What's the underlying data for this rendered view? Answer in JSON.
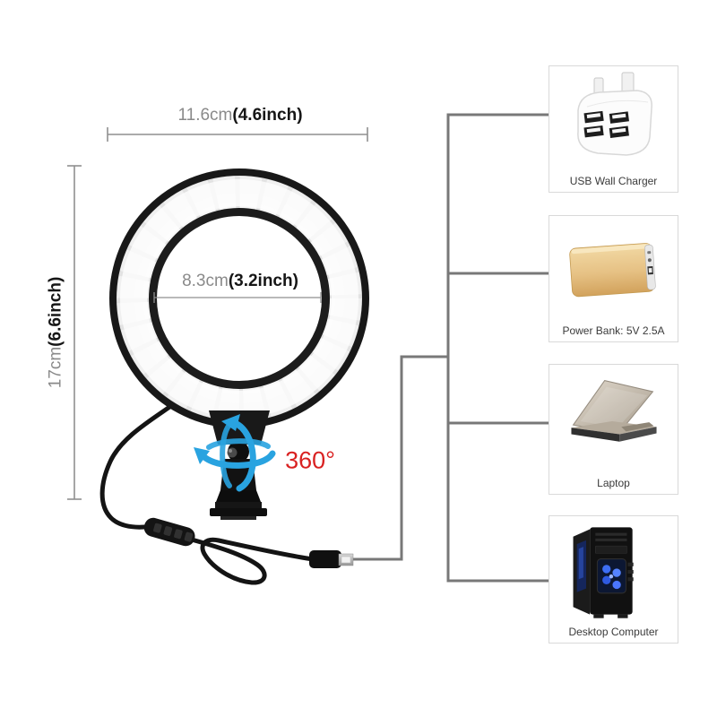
{
  "dimensions": {
    "outer": {
      "cm": "11.6cm",
      "inch": "(4.6inch)"
    },
    "inner": {
      "cm": "8.3cm",
      "inch": "(3.2inch)"
    },
    "height": {
      "cm": "17cm",
      "inch": "(6.6inch)"
    }
  },
  "rotation": {
    "label": "360°"
  },
  "power_sources": [
    {
      "label": "USB Wall Charger",
      "icon": "usb-wall-charger-icon"
    },
    {
      "label": "Power Bank: 5V 2.5A",
      "icon": "power-bank-icon"
    },
    {
      "label": "Laptop",
      "icon": "laptop-icon"
    },
    {
      "label": "Desktop Computer",
      "icon": "desktop-computer-icon"
    }
  ],
  "colors": {
    "rotation_red": "#d92121",
    "arrow_blue": "#29a3e0",
    "dimension_gray": "#8a8a8a",
    "connector_gray": "#787878",
    "powerbank_gold": "#e6c184"
  }
}
